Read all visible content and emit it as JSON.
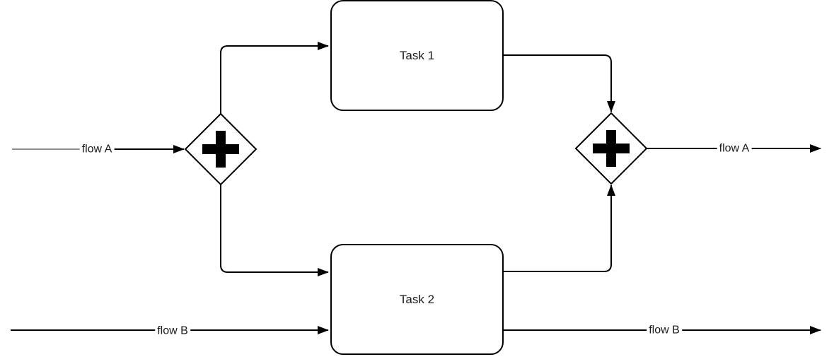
{
  "diagram": {
    "kind": "bpmn-parallel-split-join-flow",
    "nodes": {
      "task1": {
        "label": "Task 1",
        "type": "task"
      },
      "task2": {
        "label": "Task 2",
        "type": "task"
      },
      "gateway_left": {
        "type": "parallel-gateway",
        "symbol": "+"
      },
      "gateway_right": {
        "type": "parallel-gateway",
        "symbol": "+"
      }
    },
    "edges": {
      "flow_a_in": {
        "label": "flow A",
        "direction": "into left parallel gateway"
      },
      "split_to_task1": {
        "label": "",
        "direction": "left gateway to Task 1"
      },
      "split_to_task2": {
        "label": "",
        "direction": "left gateway to Task 2"
      },
      "task1_to_join": {
        "label": "",
        "direction": "Task 1 to right gateway"
      },
      "task2_to_join": {
        "label": "",
        "direction": "Task 2 to right gateway"
      },
      "flow_a_out": {
        "label": "flow A",
        "direction": "out of right parallel gateway"
      },
      "flow_b_in": {
        "label": "flow B",
        "direction": "into Task 2"
      },
      "flow_b_out": {
        "label": "flow B",
        "direction": "out of Task 2"
      }
    },
    "colors": {
      "stroke": "#000000",
      "fill": "#ffffff",
      "gray_segment": "#8f8f8f",
      "text": "#1a1a1a"
    }
  }
}
